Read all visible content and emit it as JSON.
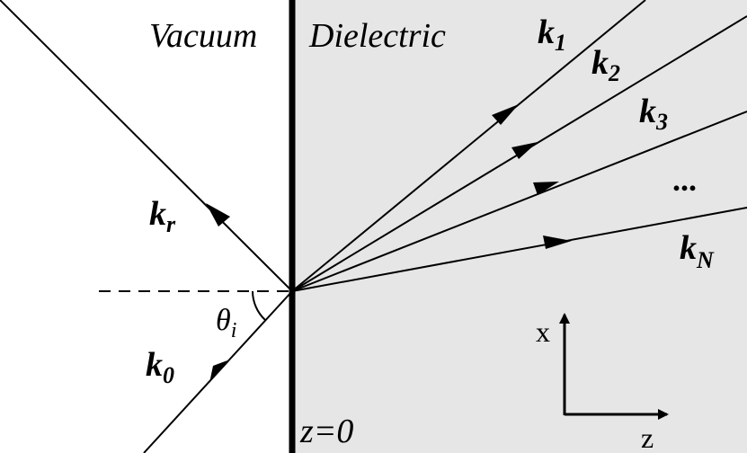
{
  "regions": {
    "left_label": "Vacuum",
    "right_label": "Dielectric",
    "interface_label": "z=0",
    "colors": {
      "vacuum": "#ffffff",
      "dielectric": "#e6e6e6",
      "ink": "#000000"
    }
  },
  "waves": {
    "incident": {
      "symbol": "k",
      "subscript": "0"
    },
    "reflected": {
      "symbol": "k",
      "subscript": "r"
    },
    "transmitted": [
      {
        "symbol": "k",
        "subscript": "1"
      },
      {
        "symbol": "k",
        "subscript": "2"
      },
      {
        "symbol": "k",
        "subscript": "3"
      },
      {
        "symbol": "k",
        "subscript": "N"
      }
    ],
    "ellipsis": "..."
  },
  "angle": {
    "symbol": "θ",
    "subscript": "i"
  },
  "axes": {
    "x_label": "x",
    "z_label": "z"
  }
}
